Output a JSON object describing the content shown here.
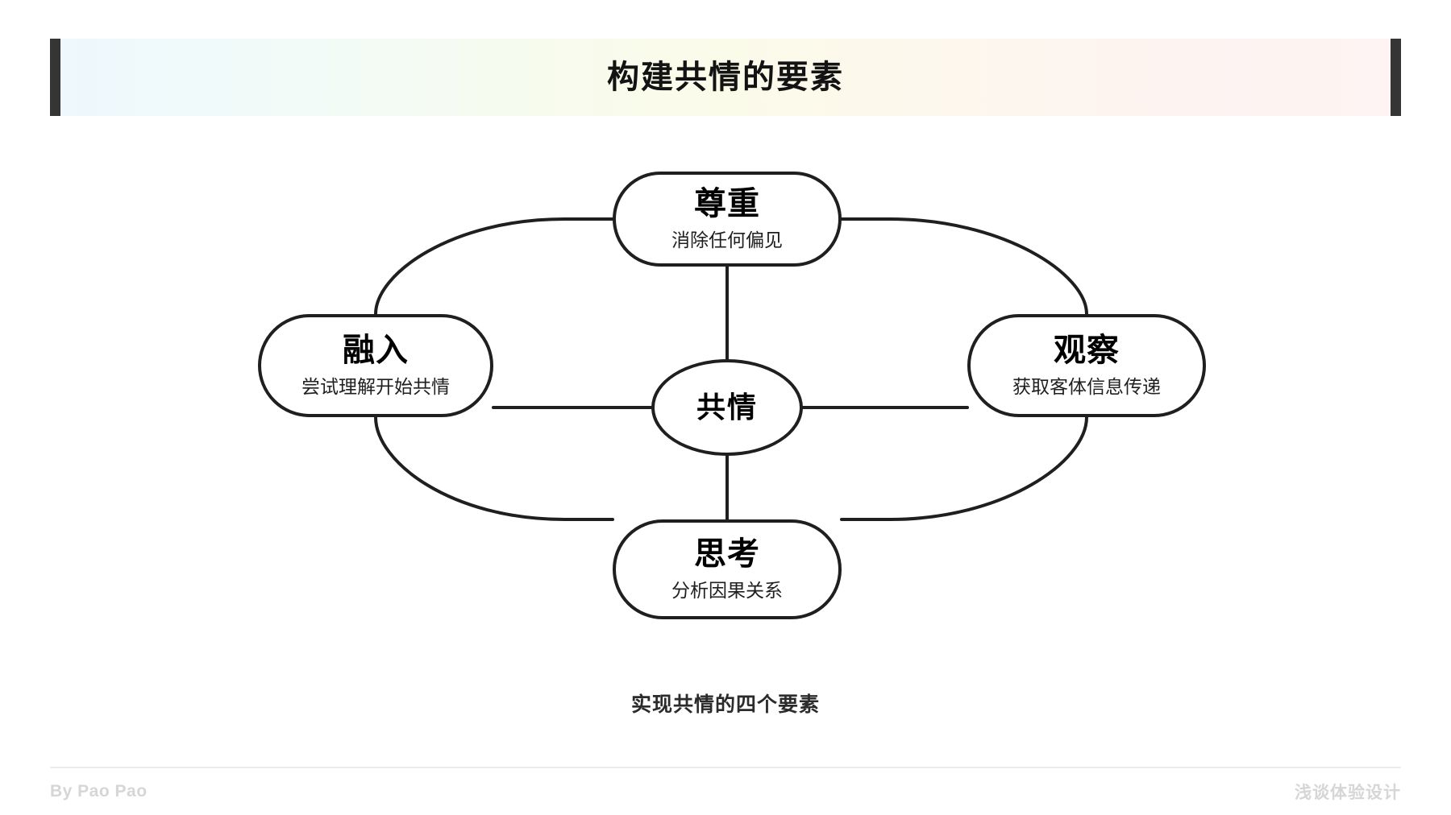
{
  "header": {
    "title": "构建共情的要素"
  },
  "diagram": {
    "center": {
      "title": "共情",
      "subtitle": ""
    },
    "nodes": [
      {
        "id": "top",
        "title": "尊重",
        "subtitle": "消除任何偏见"
      },
      {
        "id": "right",
        "title": "观察",
        "subtitle": "获取客体信息传递"
      },
      {
        "id": "bottom",
        "title": "思考",
        "subtitle": "分析因果关系"
      },
      {
        "id": "left",
        "title": "融入",
        "subtitle": "尝试理解开始共情"
      }
    ],
    "caption": "实现共情的四个要素"
  },
  "footer": {
    "left": "By Pao Pao",
    "right": "浅谈体验设计"
  },
  "colors": {
    "stroke": "#1f1f1f",
    "title_text": "#131313",
    "footer_text": "#d6d6d6",
    "accent_bar": "#353535",
    "divider": "#ececec",
    "background": "#ffffff"
  }
}
